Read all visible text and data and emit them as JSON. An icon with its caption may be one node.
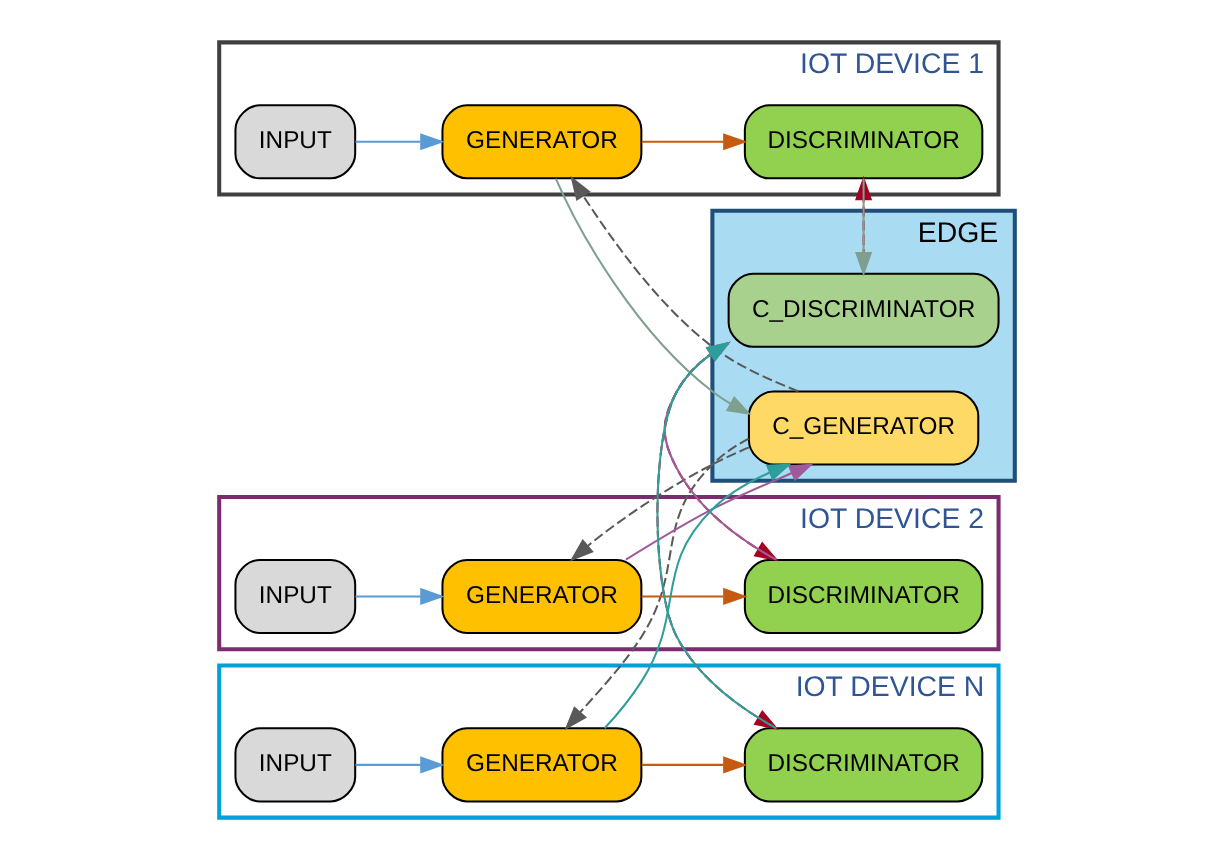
{
  "diagram": {
    "nodes": [
      {
        "text": [
          "EDGE"
        ]
      },
      {
        "text": [
          "C_GENERATOR"
        ],
        "in": 0
      },
      {
        "text": [
          "C_DISCRIMINATOR"
        ],
        "in": 0
      },
      {
        "text": [
          "IOT DEVICE 1"
        ]
      },
      {
        "text": [
          "INPUT"
        ],
        "in": 3
      },
      {
        "text": [
          "GENERATOR"
        ],
        "in": 3
      },
      {
        "text": [
          "DISCRIMINATOR"
        ],
        "in": 3
      },
      {
        "text": [
          "IOT DEVICE 2"
        ]
      },
      {
        "text": [
          "INPUT"
        ],
        "in": 7
      },
      {
        "text": [
          "GENERATOR"
        ],
        "in": 7
      },
      {
        "text": [
          "DISCRIMINATOR"
        ],
        "in": 7
      },
      {
        "text": [
          "IOT DEVICE N"
        ]
      },
      {
        "text": [
          "INPUT"
        ],
        "in": 11
      },
      {
        "text": [
          "GENERATOR"
        ],
        "in": 11
      },
      {
        "text": [
          "DISCRIMINATOR"
        ],
        "in": 11
      }
    ],
    "edges": [
      {
        "from": 4,
        "to": 5,
        "arrow": "to",
        "color": "#5b9bd5"
      },
      {
        "from": 5,
        "to": 6,
        "arrow": "to",
        "color": "#c55a11"
      },
      {
        "from": 8,
        "to": 9,
        "arrow": "to",
        "color": "#5b9bd5"
      },
      {
        "from": 9,
        "to": 10,
        "arrow": "to",
        "color": "#c55a11"
      },
      {
        "from": 12,
        "to": 13,
        "arrow": "to",
        "color": "#5b9bd5"
      },
      {
        "from": 13,
        "to": 14,
        "arrow": "to",
        "color": "#c55a11"
      },
      {
        "from": 1,
        "to": 5,
        "arrow": "to",
        "style": "dashed",
        "color": "#595959"
      },
      {
        "from": 1,
        "to": 9,
        "arrow": "to",
        "style": "dashed",
        "color": "#595959"
      },
      {
        "from": 1,
        "to": 13,
        "arrow": "to",
        "style": "dashed",
        "color": "#595959"
      },
      {
        "from": 5,
        "to": 1,
        "arrow": "to",
        "color": "#7f9f8f"
      },
      {
        "from": 9,
        "to": 1,
        "arrow": "to",
        "color": "#a05a9a"
      },
      {
        "from": 13,
        "to": 1,
        "arrow": "to",
        "color": "#2e9e9a"
      },
      {
        "from": 6,
        "to": 2,
        "arrow": "to",
        "color": "#7f9f8f"
      },
      {
        "from": 10,
        "to": 2,
        "arrow": "to",
        "color": "#a05a9a"
      },
      {
        "from": 14,
        "to": 2,
        "arrow": "to",
        "color": "#2e9e9a"
      },
      {
        "from": 2,
        "to": 6,
        "arrow": "to",
        "style": "dashed",
        "color": "#a50021"
      },
      {
        "from": 2,
        "to": 10,
        "arrow": "to",
        "style": "dashed",
        "color": "#a50021"
      },
      {
        "from": 2,
        "to": 14,
        "arrow": "to",
        "style": "dashed",
        "color": "#a50021"
      }
    ]
  }
}
